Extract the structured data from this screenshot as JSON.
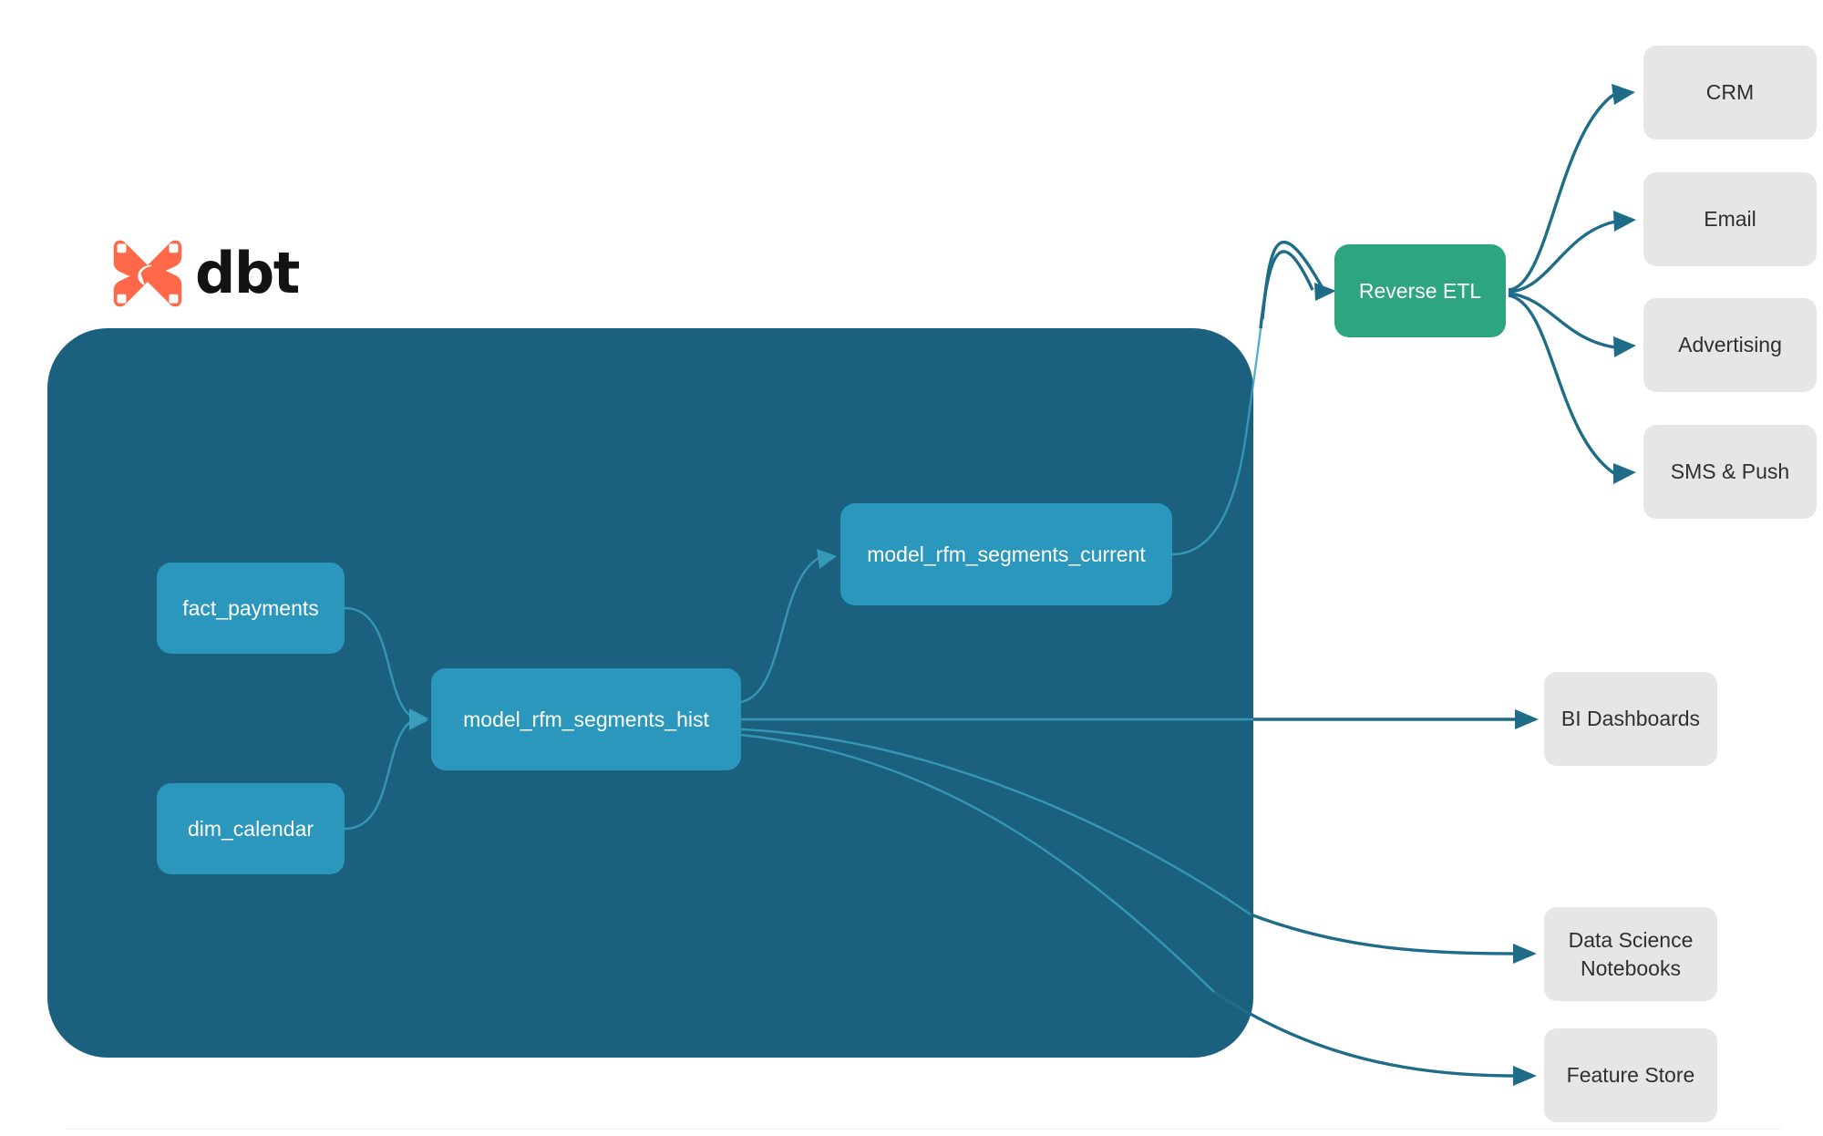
{
  "brand": {
    "name": "dbt",
    "logo_icon": "dbt-logo-icon",
    "logo_color": "#FF694A",
    "wordmark_color": "#111315"
  },
  "colors": {
    "container_fill": "#1B607F",
    "model_node_fill": "#2B97BC",
    "reverse_etl_fill": "#2DA581",
    "destination_fill": "#E6E6E6",
    "edge_outer": "#1F6C89",
    "edge_inner": "#3AA0BE",
    "canvas": "#FFFFFF"
  },
  "container": {
    "name": "dbt-project-container"
  },
  "models": [
    {
      "id": "fact_payments",
      "label": "fact_payments"
    },
    {
      "id": "dim_calendar",
      "label": "dim_calendar"
    },
    {
      "id": "model_rfm_segments_hist",
      "label": "model_rfm_segments_hist"
    },
    {
      "id": "model_rfm_segments_current",
      "label": "model_rfm_segments_current"
    }
  ],
  "reverse_etl": {
    "label": "Reverse ETL"
  },
  "activation_destinations": [
    {
      "id": "crm",
      "label": "CRM"
    },
    {
      "id": "email",
      "label": "Email"
    },
    {
      "id": "advertising",
      "label": "Advertising"
    },
    {
      "id": "sms_push",
      "label": "SMS & Push"
    }
  ],
  "analytics_destinations": [
    {
      "id": "bi_dashboards",
      "label": "BI Dashboards"
    },
    {
      "id": "ds_notebooks",
      "label": "Data Science\nNotebooks"
    },
    {
      "id": "feature_store",
      "label": "Feature Store"
    }
  ],
  "edges": [
    {
      "from": "fact_payments",
      "to": "model_rfm_segments_hist"
    },
    {
      "from": "dim_calendar",
      "to": "model_rfm_segments_hist"
    },
    {
      "from": "model_rfm_segments_hist",
      "to": "model_rfm_segments_current"
    },
    {
      "from": "model_rfm_segments_current",
      "to": "reverse_etl"
    },
    {
      "from": "reverse_etl",
      "to": "crm"
    },
    {
      "from": "reverse_etl",
      "to": "email"
    },
    {
      "from": "reverse_etl",
      "to": "advertising"
    },
    {
      "from": "reverse_etl",
      "to": "sms_push"
    },
    {
      "from": "model_rfm_segments_hist",
      "to": "bi_dashboards"
    },
    {
      "from": "model_rfm_segments_hist",
      "to": "ds_notebooks"
    },
    {
      "from": "model_rfm_segments_hist",
      "to": "feature_store"
    }
  ]
}
